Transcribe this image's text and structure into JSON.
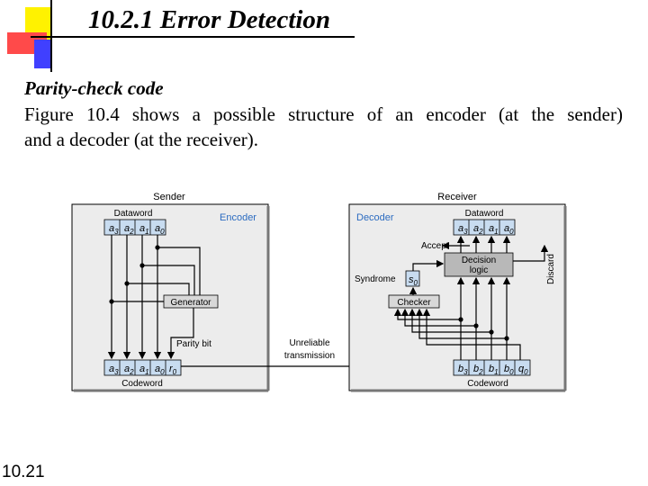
{
  "slide": {
    "title": "10.2.1 Error Detection",
    "subheading": "Parity-check code",
    "body_line1": "Figure 10.4 shows a possible structure of an encoder (at the sender)",
    "body_line2": "and a decoder (at the receiver).",
    "page_number": "10.21"
  },
  "colors": {
    "deco_yellow": "#fff200",
    "deco_red": "#ff3b3b",
    "deco_blue": "#3b3bff",
    "panel_fill": "#ececec",
    "box_blue": "#c8dcf0",
    "label_blue": "#2b6bc0"
  },
  "diagram": {
    "sender_label": "Sender",
    "receiver_label": "Receiver",
    "encoder_label": "Encoder",
    "decoder_label": "Decoder",
    "dataword_label": "Dataword",
    "codeword_label": "Codeword",
    "generator_label": "Generator",
    "parity_bit_label": "Parity bit",
    "unreliable_line1": "Unreliable",
    "unreliable_line2": "transmission",
    "accept_label": "Accept",
    "decision_line1": "Decision",
    "decision_line2": "logic",
    "discard_label": "Discard",
    "syndrome_label": "Syndrome",
    "checker_label": "Checker",
    "sender_dataword": [
      {
        "base": "a",
        "sub": "3"
      },
      {
        "base": "a",
        "sub": "2"
      },
      {
        "base": "a",
        "sub": "1"
      },
      {
        "base": "a",
        "sub": "0"
      }
    ],
    "sender_codeword": [
      {
        "base": "a",
        "sub": "3"
      },
      {
        "base": "a",
        "sub": "2"
      },
      {
        "base": "a",
        "sub": "1"
      },
      {
        "base": "a",
        "sub": "0"
      },
      {
        "base": "r",
        "sub": "0"
      }
    ],
    "receiver_dataword": [
      {
        "base": "a",
        "sub": "3"
      },
      {
        "base": "a",
        "sub": "2"
      },
      {
        "base": "a",
        "sub": "1"
      },
      {
        "base": "a",
        "sub": "0"
      }
    ],
    "receiver_codeword": [
      {
        "base": "b",
        "sub": "3"
      },
      {
        "base": "b",
        "sub": "2"
      },
      {
        "base": "b",
        "sub": "1"
      },
      {
        "base": "b",
        "sub": "0"
      },
      {
        "base": "q",
        "sub": "0"
      }
    ],
    "syndrome_bit": {
      "base": "s",
      "sub": "0"
    }
  }
}
